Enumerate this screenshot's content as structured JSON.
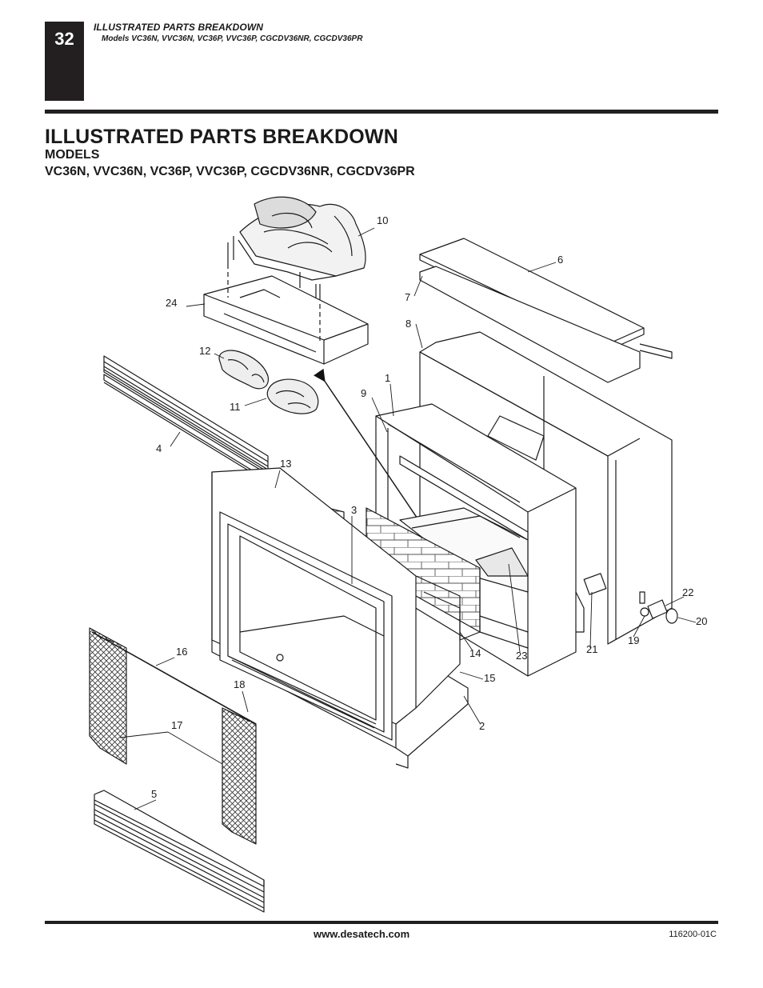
{
  "header": {
    "page_number": "32",
    "running_title": "ILLUSTRATED PARTS BREAKDOWN",
    "running_subtitle": "Models VC36N, VVC36N, VC36P, VVC36P, CGCDV36NR, CGCDV36PR"
  },
  "main": {
    "title": "ILLUSTRATED PARTS BREAKDOWN",
    "models_label": "MODELS",
    "models_list": "VC36N, VVC36N, VC36P, VVC36P, CGCDV36NR, CGCDV36PR"
  },
  "callouts": {
    "c1": "1",
    "c2": "2",
    "c3": "3",
    "c4": "4",
    "c5": "5",
    "c6": "6",
    "c7": "7",
    "c8": "8",
    "c9": "9",
    "c10": "10",
    "c11": "11",
    "c12": "12",
    "c13": "13",
    "c14": "14",
    "c15": "15",
    "c16": "16",
    "c17": "17",
    "c18": "18",
    "c19": "19",
    "c20": "20",
    "c21": "21",
    "c22": "22",
    "c23": "23",
    "c24": "24"
  },
  "footer": {
    "website": "www.desatech.com",
    "doc_number": "116200-01C"
  }
}
